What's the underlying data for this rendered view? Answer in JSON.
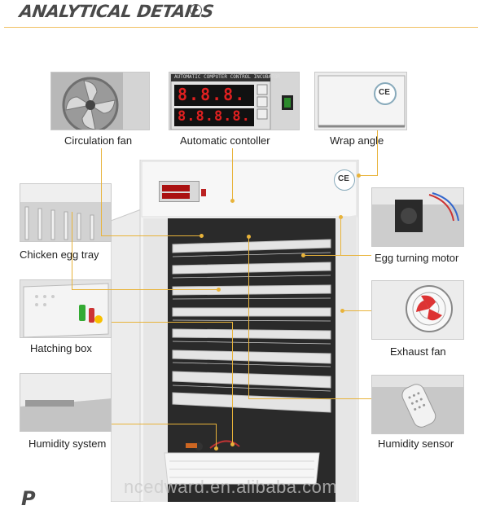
{
  "header": {
    "title": "ANALYTICAL DETAILS"
  },
  "labels": {
    "circulation_fan": "Circulation fan",
    "automatic_controller": "Automatic contoller",
    "wrap_angle": "Wrap angle",
    "chicken_egg_tray": "Chicken egg tray",
    "egg_turning_motor": "Egg turning motor",
    "hatching_box": "Hatching box",
    "exhaust_fan": "Exhaust fan",
    "humidity_system": "Humidity system",
    "humidity_sensor": "Humidity sensor"
  },
  "controller_panel": {
    "heading": "AUTOMATIC COMPUTER CONTROL INCUBATOR",
    "display_top": "8.8.8.",
    "display_bottom": "8.8.8.8."
  },
  "badges": {
    "ce": "CE"
  },
  "watermark": "ncedward.en.alibaba.com",
  "bottom_mark": "P",
  "colors": {
    "accent": "#e8b33a",
    "title": "#4a4a4a",
    "led": "#e02020"
  }
}
